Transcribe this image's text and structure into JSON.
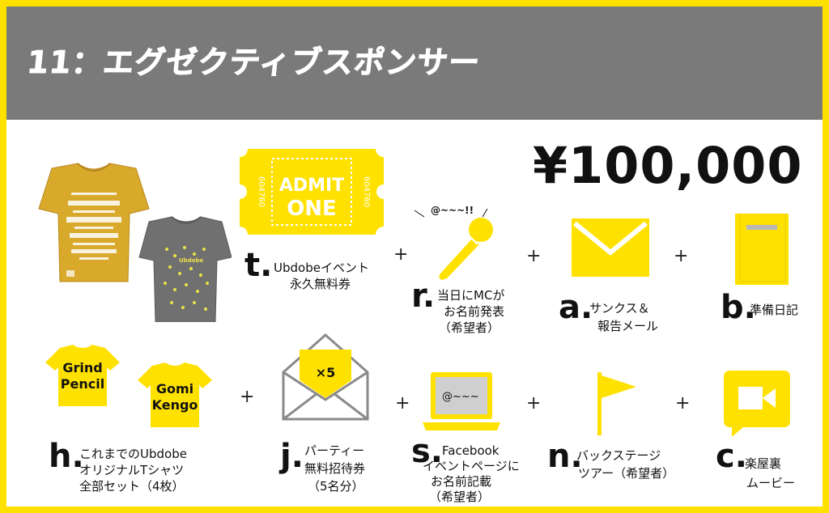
{
  "header": {
    "title": "11：エグゼクティブスポンサー"
  },
  "price": "¥100,000",
  "ticket": {
    "line1": "ADMIT",
    "line2": "ONE",
    "serial": "604760"
  },
  "mic_caption": "@~~~!!",
  "laptop_screen": "@~~~",
  "envelope_badge": "×5",
  "shirts": {
    "label1_line1": "Grind",
    "label1_line2": "Pencil",
    "label2_line1": "Gomi",
    "label2_line2": "Kengo",
    "photo_brand": "Ubdobe"
  },
  "plus": "+",
  "items": {
    "t": {
      "letter": "t.",
      "line1": "Ubdobeイベント",
      "line2": "永久無料券"
    },
    "r": {
      "letter": "r.",
      "line1": "当日にMCが",
      "line2": "お名前発表",
      "line3": "（希望者）"
    },
    "a": {
      "letter": "a.",
      "line1": "サンクス＆",
      "line2": "報告メール"
    },
    "b": {
      "letter": "b.",
      "line1": "準備日記"
    },
    "h": {
      "letter": "h.",
      "line1": "これまでのUbdobe",
      "line2": "オリジナルTシャツ",
      "line3": "全部セット（4枚）"
    },
    "j": {
      "letter": "j.",
      "line1": "パーティー",
      "line2": "無料招待券",
      "line3": "（5名分）"
    },
    "s": {
      "letter": "s.",
      "line1": "Facebook",
      "line2": "イベントページに",
      "line3": "お名前記載",
      "line4": "（希望者）"
    },
    "n": {
      "letter": "n.",
      "line1": "バックステージ",
      "line2": "ツアー（希望者）"
    },
    "c": {
      "letter": "c.",
      "line1": "楽屋裏",
      "line2": "ムービー"
    }
  },
  "colors": {
    "yellow": "#FFE100",
    "header_gray": "#7a7a7a",
    "shirt_mustard": "#D9A92B",
    "shirt_gray": "#707070"
  }
}
